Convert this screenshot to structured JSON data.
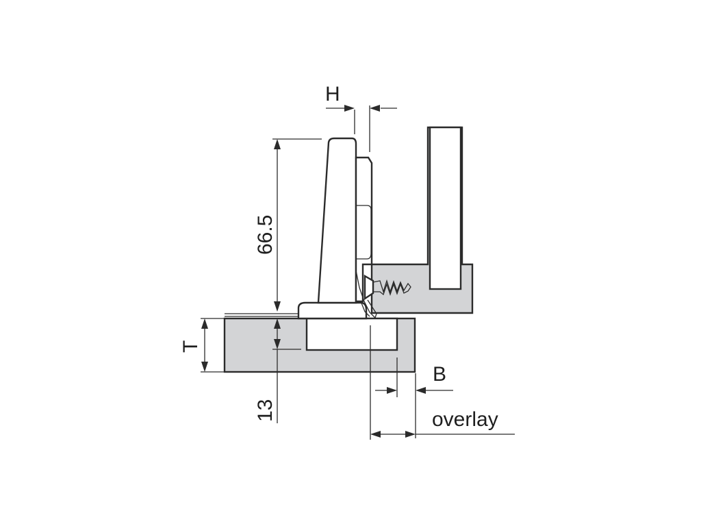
{
  "diagram": {
    "labels": {
      "H": "H",
      "height": "66.5",
      "T": "T",
      "depth": "13",
      "B": "B",
      "overlay": "overlay"
    },
    "colors": {
      "panel_fill": "#d3d4d6",
      "line": "#2b2b2b",
      "background": "#ffffff"
    }
  }
}
